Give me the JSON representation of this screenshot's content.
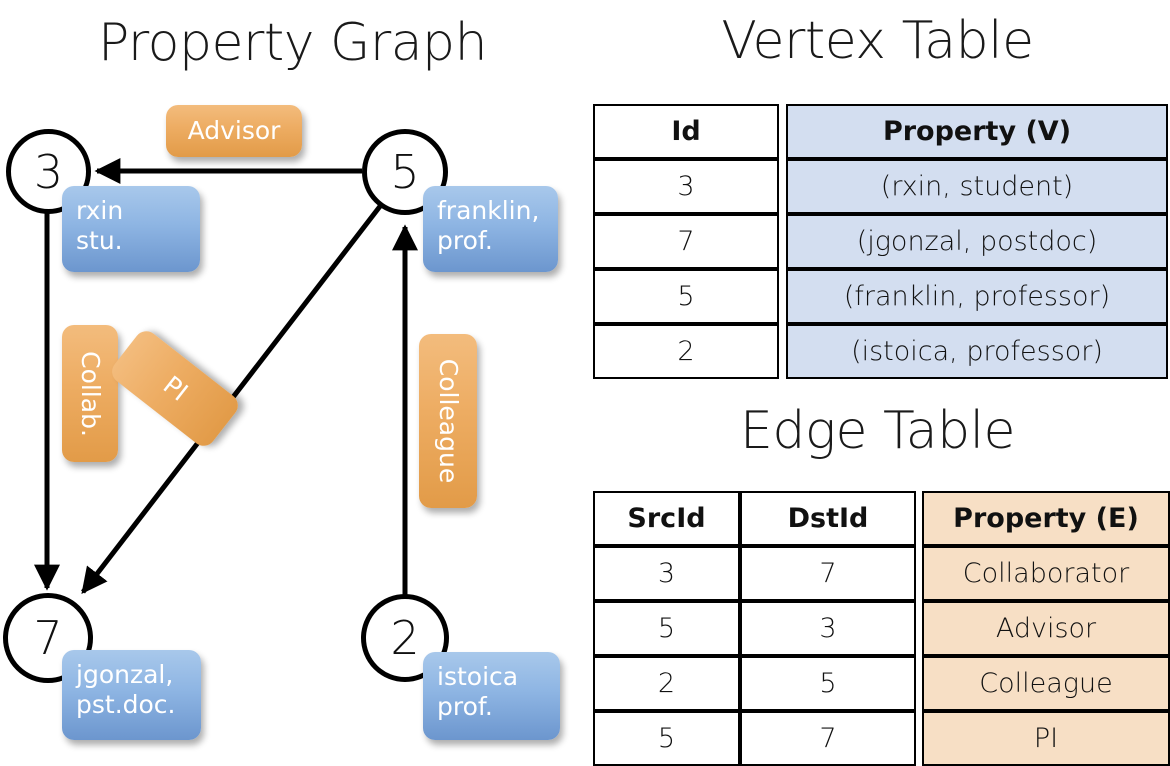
{
  "titles": {
    "graph": "Property Graph",
    "vertex": "Vertex Table",
    "edge": "Edge Table"
  },
  "graph": {
    "nodes": [
      {
        "id": "3",
        "prop_line1": "rxin",
        "prop_line2": "stu."
      },
      {
        "id": "5",
        "prop_line1": "franklin,",
        "prop_line2": "prof."
      },
      {
        "id": "7",
        "prop_line1": "jgonzal,",
        "prop_line2": "pst.doc."
      },
      {
        "id": "2",
        "prop_line1": "istoica",
        "prop_line2": "prof."
      }
    ],
    "edge_labels": [
      {
        "name": "advisor",
        "text": "Advisor"
      },
      {
        "name": "collab",
        "text": "Collab."
      },
      {
        "name": "pi",
        "text": "PI"
      },
      {
        "name": "colleague",
        "text": "Colleague"
      }
    ]
  },
  "vertex_table": {
    "headers": [
      "Id",
      "Property (V)"
    ],
    "rows": [
      [
        "3",
        "(rxin, student)"
      ],
      [
        "7",
        "(jgonzal, postdoc)"
      ],
      [
        "5",
        "(franklin, professor)"
      ],
      [
        "2",
        "(istoica, professor)"
      ]
    ]
  },
  "edge_table": {
    "headers": [
      "SrcId",
      "DstId",
      "Property (E)"
    ],
    "rows": [
      [
        "3",
        "7",
        "Collaborator"
      ],
      [
        "5",
        "3",
        "Advisor"
      ],
      [
        "2",
        "5",
        "Colleague"
      ],
      [
        "5",
        "7",
        "PI"
      ]
    ]
  },
  "colors": {
    "vertex_prop_fill": "#D3DEF0",
    "edge_prop_fill": "#F7DFC5",
    "node_box_blue": "#8EB5E3",
    "edge_box_orange": "#EDAC62",
    "stroke": "#000000"
  }
}
